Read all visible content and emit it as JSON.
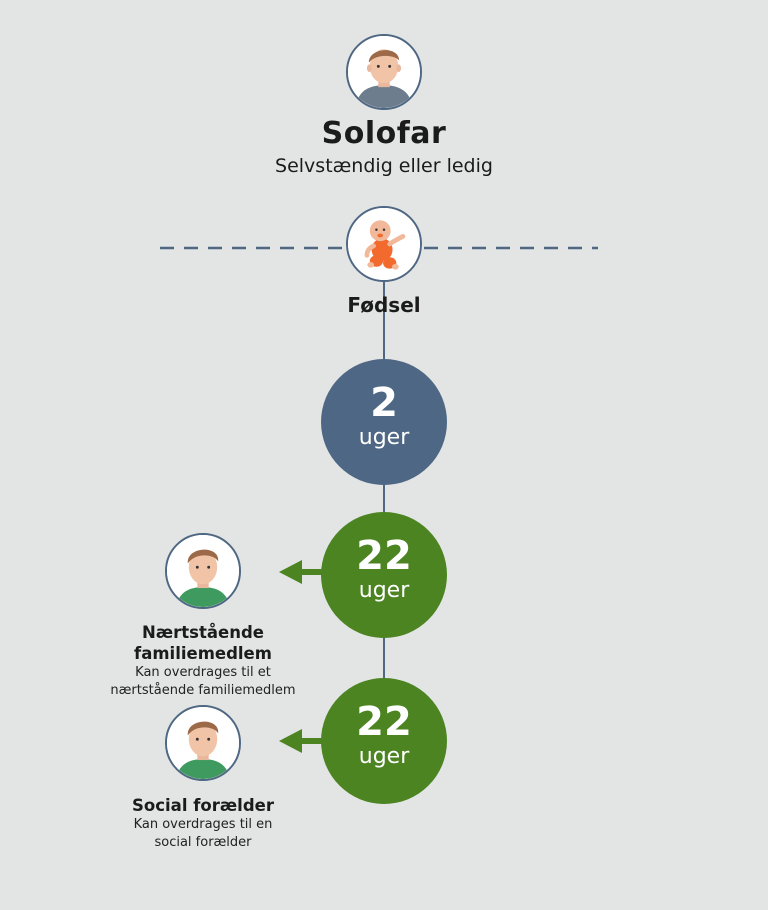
{
  "header": {
    "title": "Solofar",
    "subtitle": "Selvstændig eller ledig",
    "avatar_icon": "father-avatar-icon"
  },
  "event": {
    "label": "Fødsel",
    "icon": "baby-icon"
  },
  "periods": [
    {
      "value": "2",
      "unit": "uger",
      "color": "#4d6784"
    },
    {
      "value": "22",
      "unit": "uger",
      "color": "#4b8420"
    },
    {
      "value": "22",
      "unit": "uger",
      "color": "#4b8420"
    }
  ],
  "transfers": [
    {
      "name_line1": "Nærtstående",
      "name_line2": "familiemedlem",
      "desc_line1": "Kan overdrages til et",
      "desc_line2": "nærtstående familiemedlem",
      "icon": "family-member-avatar-icon"
    },
    {
      "name_line1": "Social forælder",
      "desc_line1": "Kan overdrages til en",
      "desc_line2": "social forælder",
      "icon": "social-parent-avatar-icon"
    }
  ],
  "colors": {
    "background": "#e3e4e4",
    "line": "#4e6782",
    "blue": "#4d6784",
    "green": "#4b8420",
    "baby_outfit": "#f26a2e"
  }
}
